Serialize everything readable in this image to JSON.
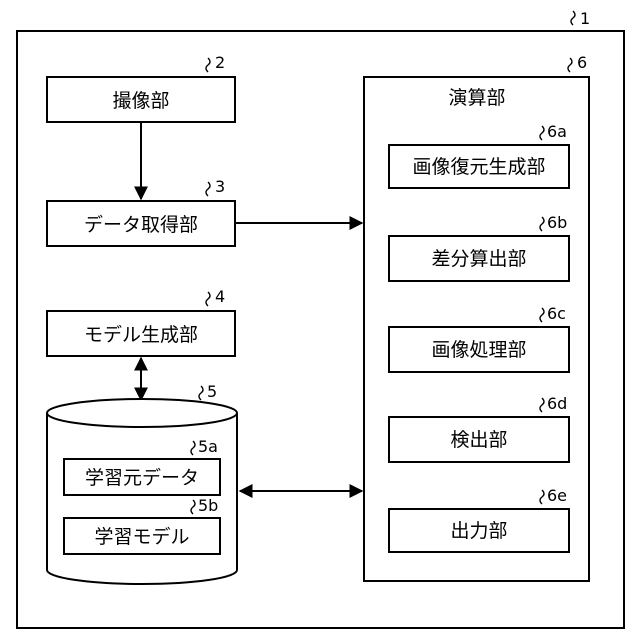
{
  "system": {
    "ref": "1"
  },
  "imaging": {
    "label": "撮像部",
    "ref": "2"
  },
  "acquisition": {
    "label": "データ取得部",
    "ref": "3"
  },
  "model_gen": {
    "label": "モデル生成部",
    "ref": "4"
  },
  "storage": {
    "ref": "5",
    "items": [
      {
        "label": "学習元データ",
        "ref": "5a"
      },
      {
        "label": "学習モデル",
        "ref": "5b"
      }
    ]
  },
  "compute": {
    "label": "演算部",
    "ref": "6",
    "items": [
      {
        "label": "画像復元生成部",
        "ref": "6a"
      },
      {
        "label": "差分算出部",
        "ref": "6b"
      },
      {
        "label": "画像処理部",
        "ref": "6c"
      },
      {
        "label": "検出部",
        "ref": "6d"
      },
      {
        "label": "出力部",
        "ref": "6e"
      }
    ]
  }
}
